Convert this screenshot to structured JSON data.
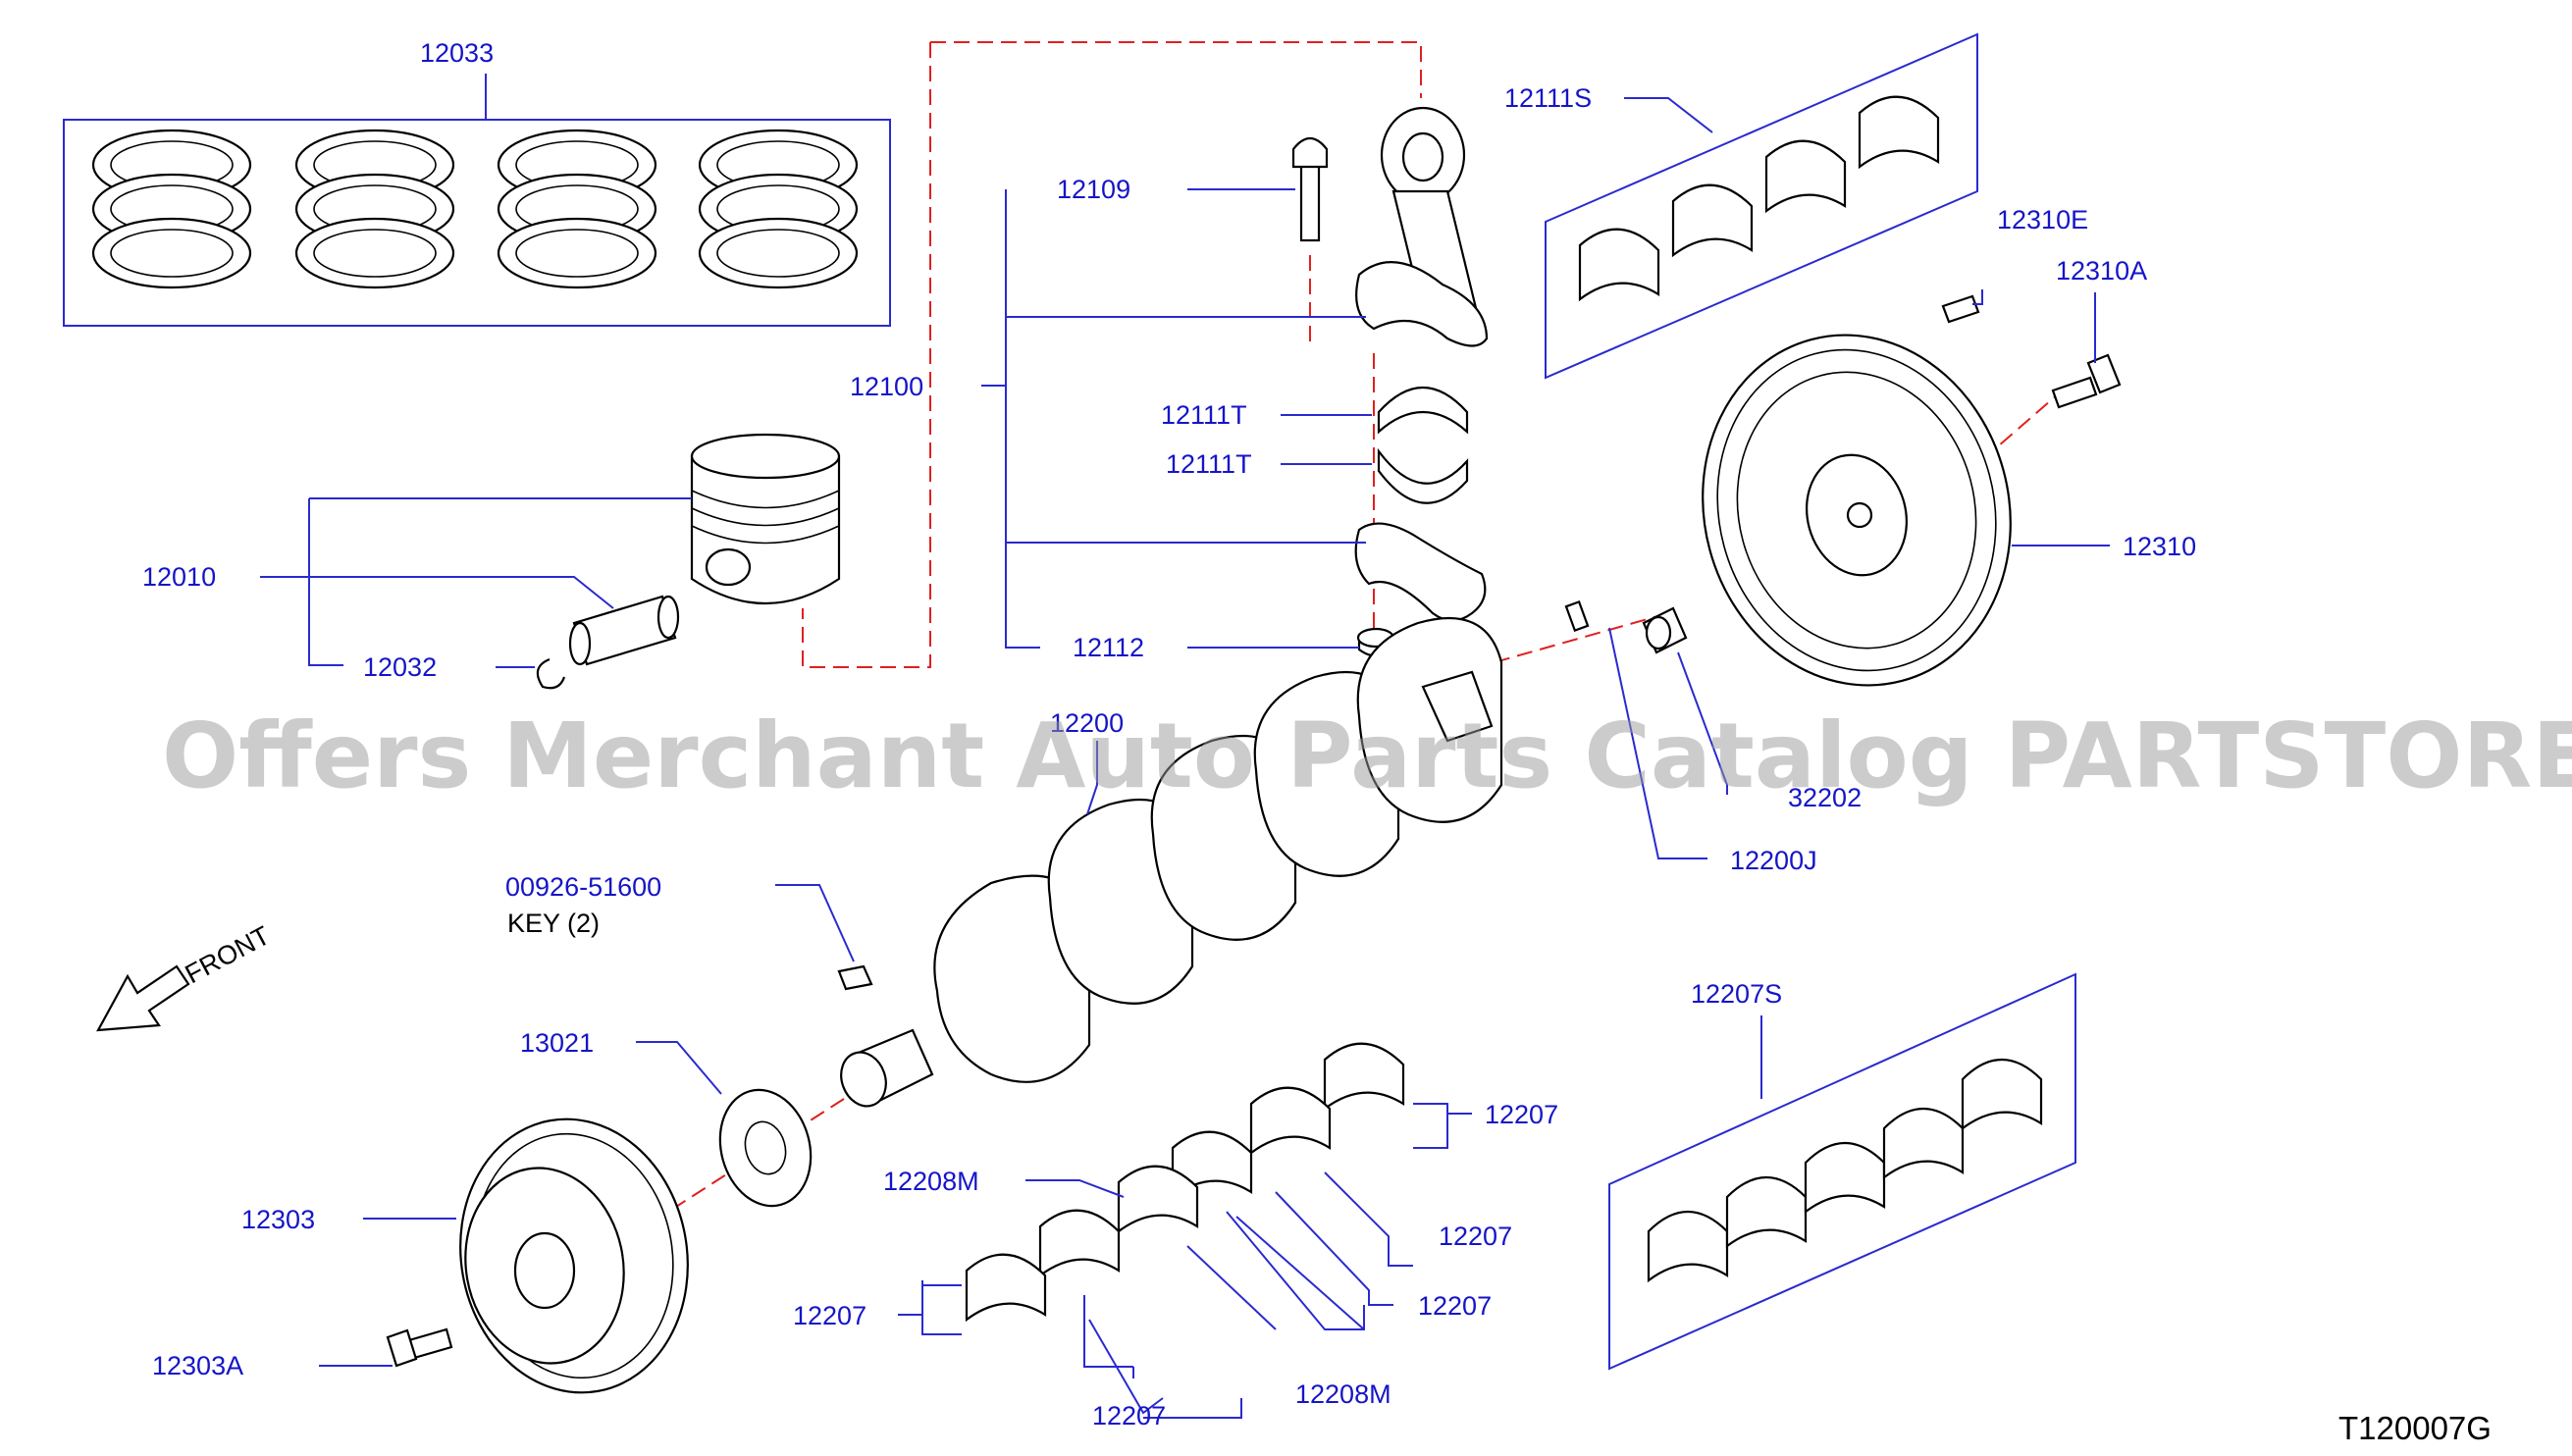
{
  "watermark": "Offers Merchant Auto Parts Catalog PARTSTORE.SA",
  "diagram_code": "T120007G",
  "front_label": "FRONT",
  "labels": {
    "ring_set": "12033",
    "rod_bolt": "12109",
    "rod_assy": "12100",
    "rod_bearing_1": "12111T",
    "rod_bearing_2": "12111T",
    "rod_nut": "12112",
    "rod_bearing_set": "12111S",
    "flywheel_pilot": "12310E",
    "flywheel_bolt": "12310A",
    "flywheel": "12310",
    "piston": "12010",
    "snap_ring": "12032",
    "crankshaft": "12200",
    "pilot_bushing": "32202",
    "crank_pin": "12200J",
    "key_part": "00926-51600",
    "key_desc": "KEY  (2)",
    "sprocket": "13021",
    "main_bearing_set": "12207S",
    "main_bearing_a": "12207",
    "main_bearing_b": "12207",
    "main_bearing_c": "12207",
    "main_bearing_d": "12207",
    "main_bearing_e": "12207",
    "thrust_upper": "12208M",
    "thrust_lower": "12208M",
    "pulley": "12303",
    "pulley_bolt": "12303A"
  },
  "colors": {
    "label": "#1515c8",
    "leader": "#2a2ad0",
    "axis": "#e02020",
    "watermark": "#9a9a9a"
  }
}
